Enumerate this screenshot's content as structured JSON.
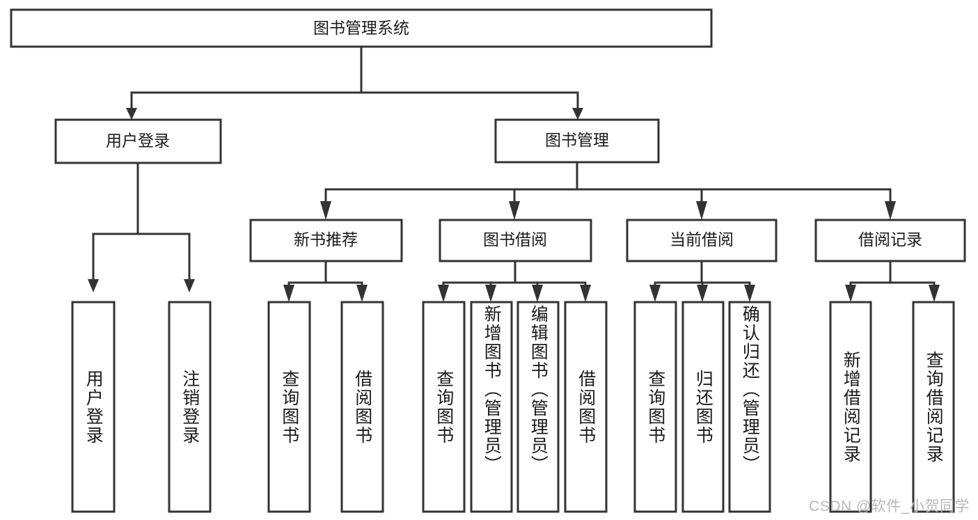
{
  "diagram": {
    "type": "tree-hierarchy-chart",
    "title": "图书管理系统",
    "colors": {
      "background": "#ffffff",
      "box_fill": "#ffffff",
      "stroke": "#333333",
      "text": "#1a1a1a",
      "watermark": "#b8b8b8"
    },
    "root": {
      "label": "图书管理系统"
    },
    "level1": [
      {
        "id": "user-login",
        "label": "用户登录"
      },
      {
        "id": "book-management",
        "label": "图书管理"
      }
    ],
    "level2": [
      {
        "id": "new-book-recommend",
        "label": "新书推荐",
        "parent": "book-management"
      },
      {
        "id": "book-borrow",
        "label": "图书借阅",
        "parent": "book-management"
      },
      {
        "id": "current-borrow",
        "label": "当前借阅",
        "parent": "book-management"
      },
      {
        "id": "borrow-record",
        "label": "借阅记录",
        "parent": "book-management"
      }
    ],
    "leaves": {
      "user-login": [
        {
          "id": "leaf-user-login",
          "label": "用户登录"
        },
        {
          "id": "leaf-logout-login",
          "label": "注销登录"
        }
      ],
      "new-book-recommend": [
        {
          "id": "leaf-query-book-1",
          "label": "查询图书"
        },
        {
          "id": "leaf-borrow-book-1",
          "label": "借阅图书"
        }
      ],
      "book-borrow": [
        {
          "id": "leaf-query-book-2",
          "label": "查询图书"
        },
        {
          "id": "leaf-add-book",
          "label": "新增图书（管理员）"
        },
        {
          "id": "leaf-edit-book",
          "label": "编辑图书（管理员）"
        },
        {
          "id": "leaf-borrow-book-2",
          "label": "借阅图书"
        }
      ],
      "current-borrow": [
        {
          "id": "leaf-query-book-3",
          "label": "查询图书"
        },
        {
          "id": "leaf-return-book",
          "label": "归还图书"
        },
        {
          "id": "leaf-confirm-return",
          "label": "确认归还（管理员）"
        }
      ],
      "borrow-record": [
        {
          "id": "leaf-add-record",
          "label": "新增借阅记录"
        },
        {
          "id": "leaf-query-record",
          "label": "查询借阅记录"
        }
      ]
    }
  },
  "watermark": {
    "text": "CSDN @软件_小贺同学"
  }
}
